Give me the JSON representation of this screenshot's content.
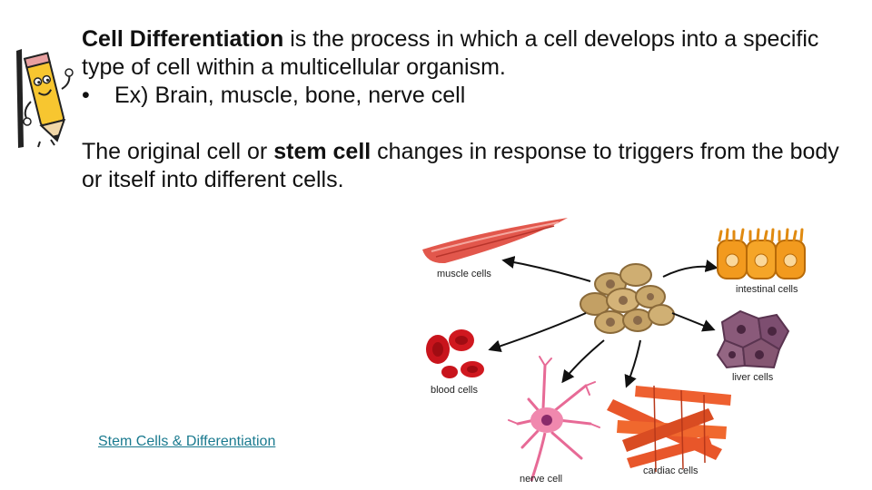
{
  "content": {
    "p1_bold": "Cell Differentiation",
    "p1_rest": " is the process in which a cell develops into a specific type of cell within a multicellular organism.",
    "bullet_marker": "•",
    "bullet_text": "Ex) Brain, muscle, bone, nerve cell",
    "p2_start": "The original cell or ",
    "p2_bold": "stem cell",
    "p2_rest": " changes in response to triggers from the body or itself into different cells."
  },
  "link": {
    "text": "Stem Cells & Differentiation"
  },
  "diagram": {
    "labels": {
      "muscle": "muscle cells",
      "intestinal": "intestinal cells",
      "liver": "liver cells",
      "blood": "blood cells",
      "nerve": "nerve cell",
      "cardiac": "cardiac cells"
    }
  }
}
